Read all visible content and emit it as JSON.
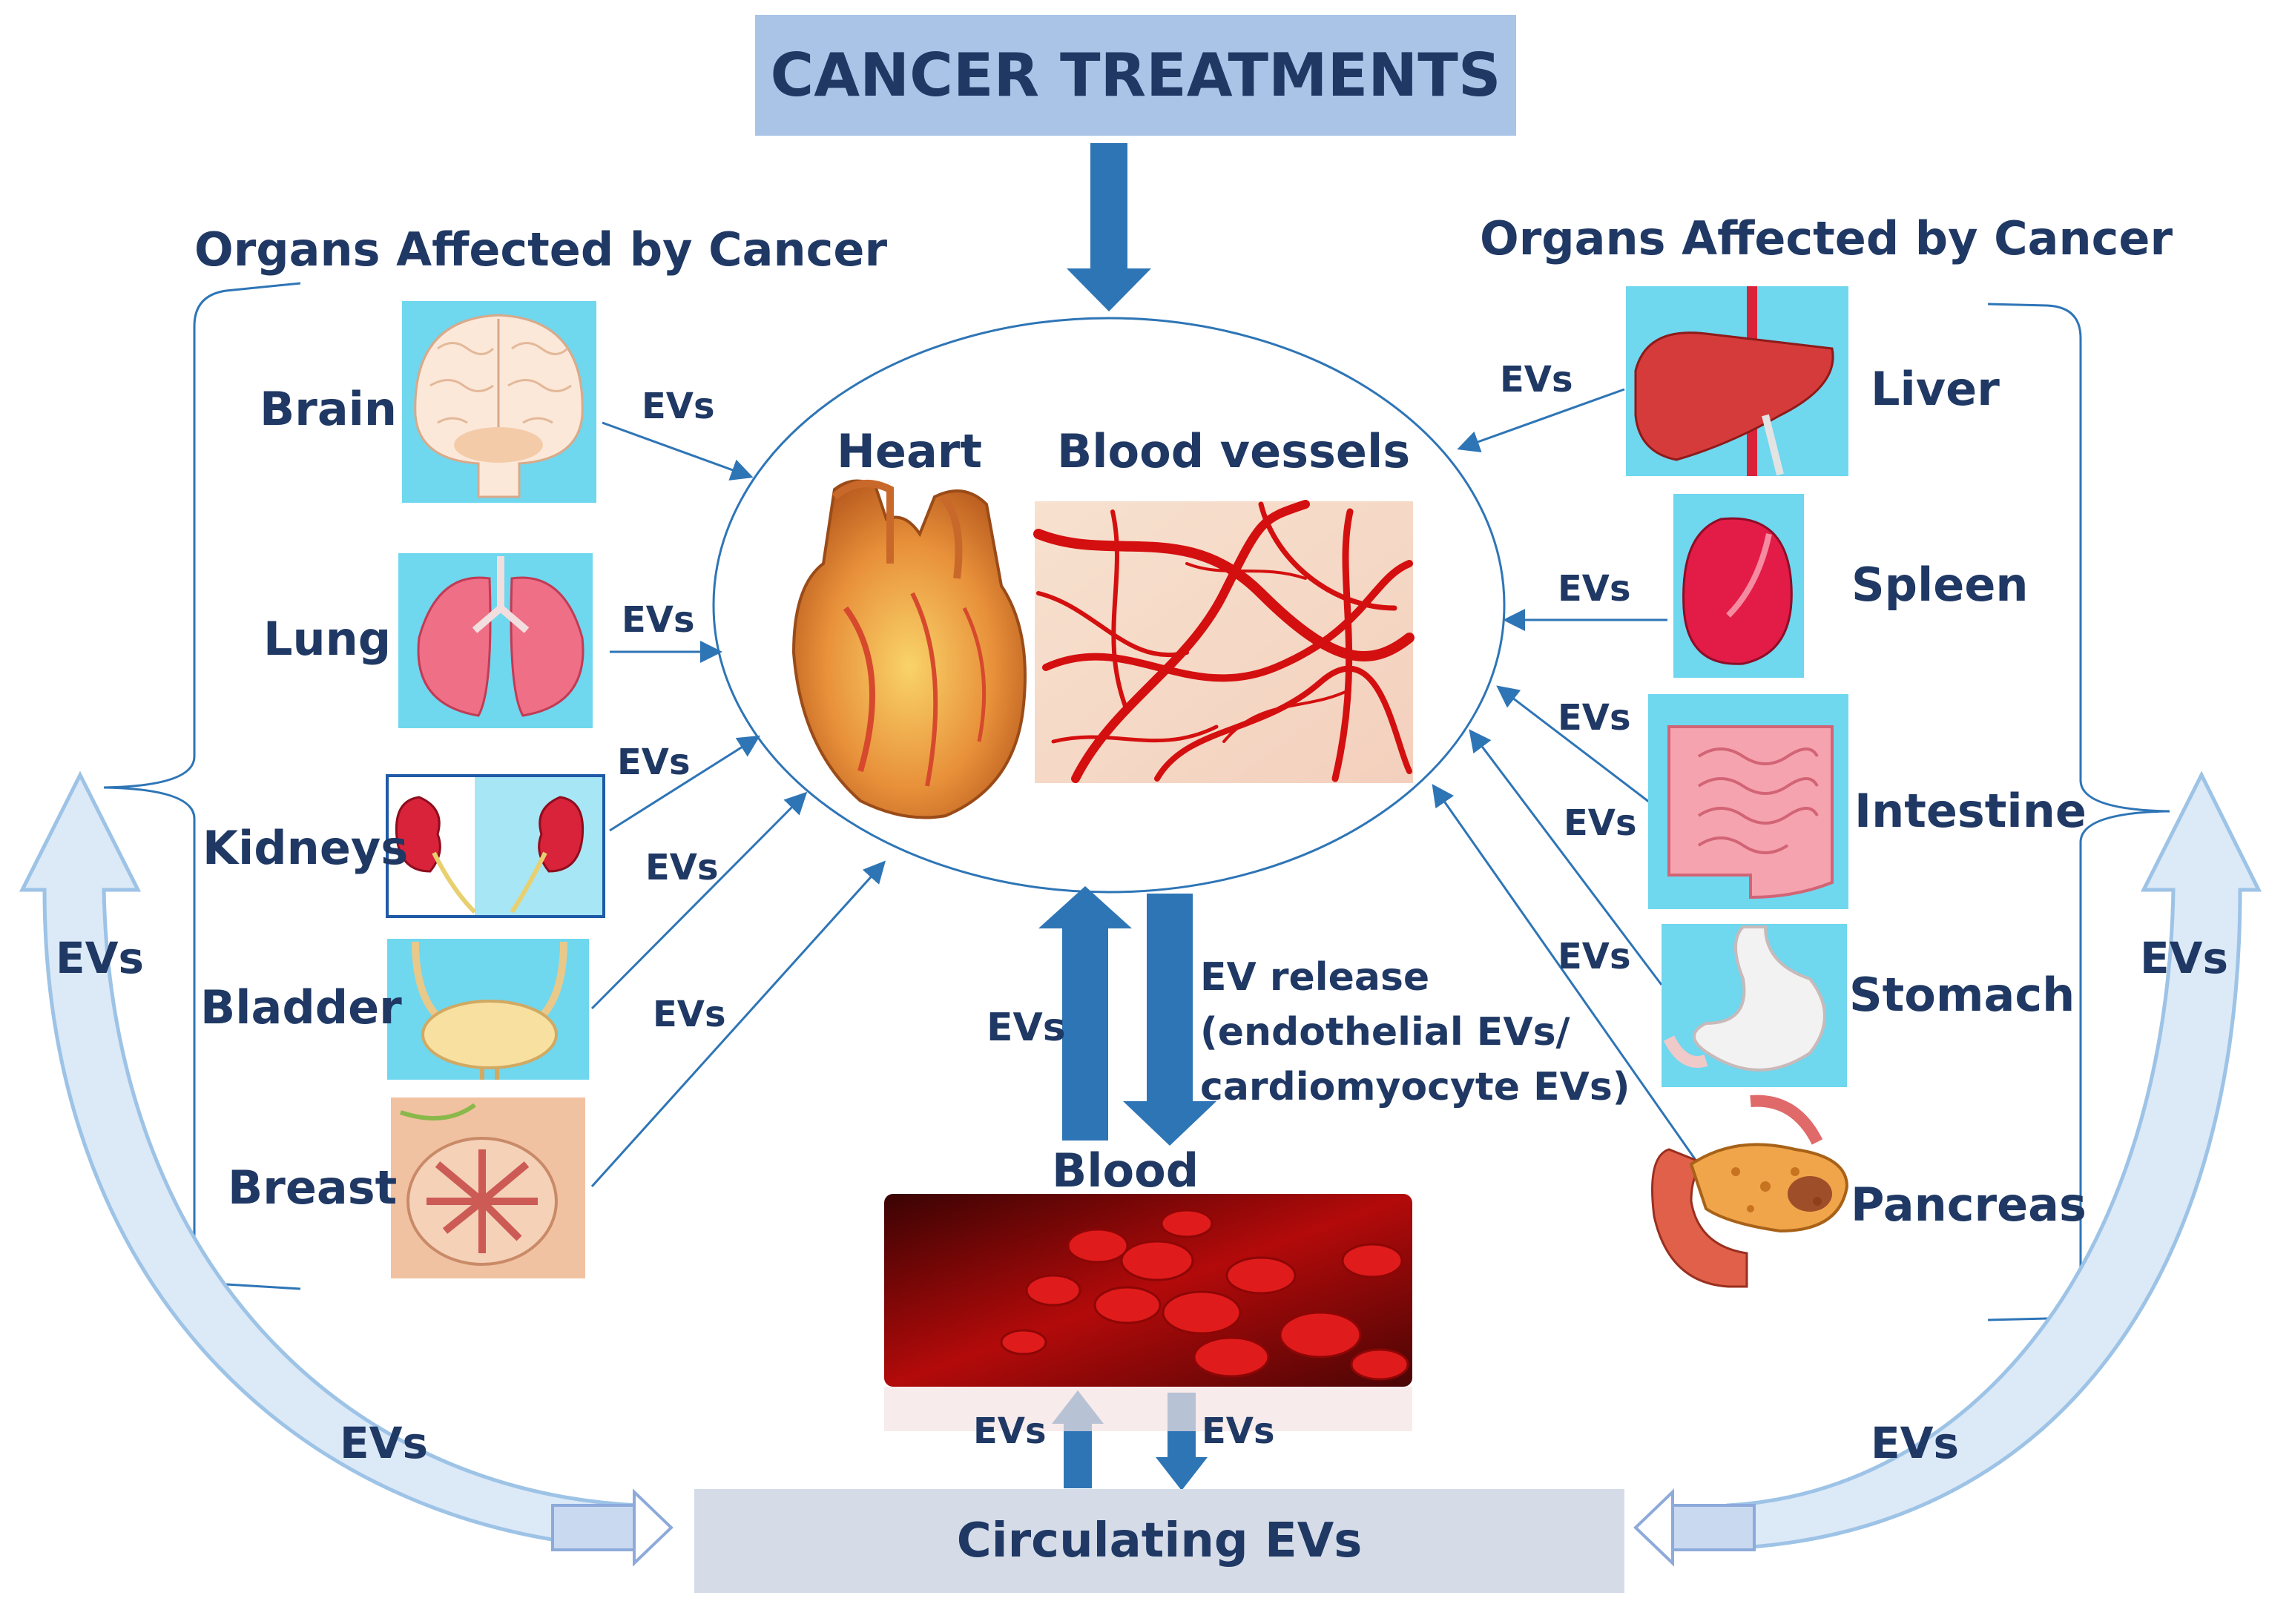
{
  "title": "CANCER TREATMENTS",
  "left_header": "Organs Affected by Cancer",
  "right_header": "Organs Affected  by Cancer",
  "left_organs": [
    {
      "name": "Brain",
      "icon": "brain-icon"
    },
    {
      "name": "Lung",
      "icon": "lung-icon"
    },
    {
      "name": "Kidneys",
      "icon": "kidney-icon"
    },
    {
      "name": "Bladder",
      "icon": "bladder-icon"
    },
    {
      "name": "Breast",
      "icon": "breast-icon"
    }
  ],
  "right_organs": [
    {
      "name": "Liver",
      "icon": "liver-icon"
    },
    {
      "name": "Spleen",
      "icon": "spleen-icon"
    },
    {
      "name": "Intestine",
      "icon": "intestine-icon"
    },
    {
      "name": "Stomach",
      "icon": "stomach-icon"
    },
    {
      "name": "Pancreas",
      "icon": "pancreas-icon"
    }
  ],
  "center": {
    "heart_label": "Heart",
    "vessels_label": "Blood vessels",
    "blood_label": "Blood",
    "release_line1": "EV release",
    "release_line2": "(endothelial EVs/",
    "release_line3": "cardiomyocyte EVs)"
  },
  "evs_label": "EVs",
  "circulating": "Circulating EVs",
  "colors": {
    "title_box": "#a9c4e6",
    "circulating_box": "#d5dce8",
    "arrow_thick": "#2e75b6",
    "arrow_thin": "#2e75b6",
    "text": "#1f3864",
    "curve_fill": "#dce9f7",
    "curve_stroke": "#9dc3e6"
  }
}
